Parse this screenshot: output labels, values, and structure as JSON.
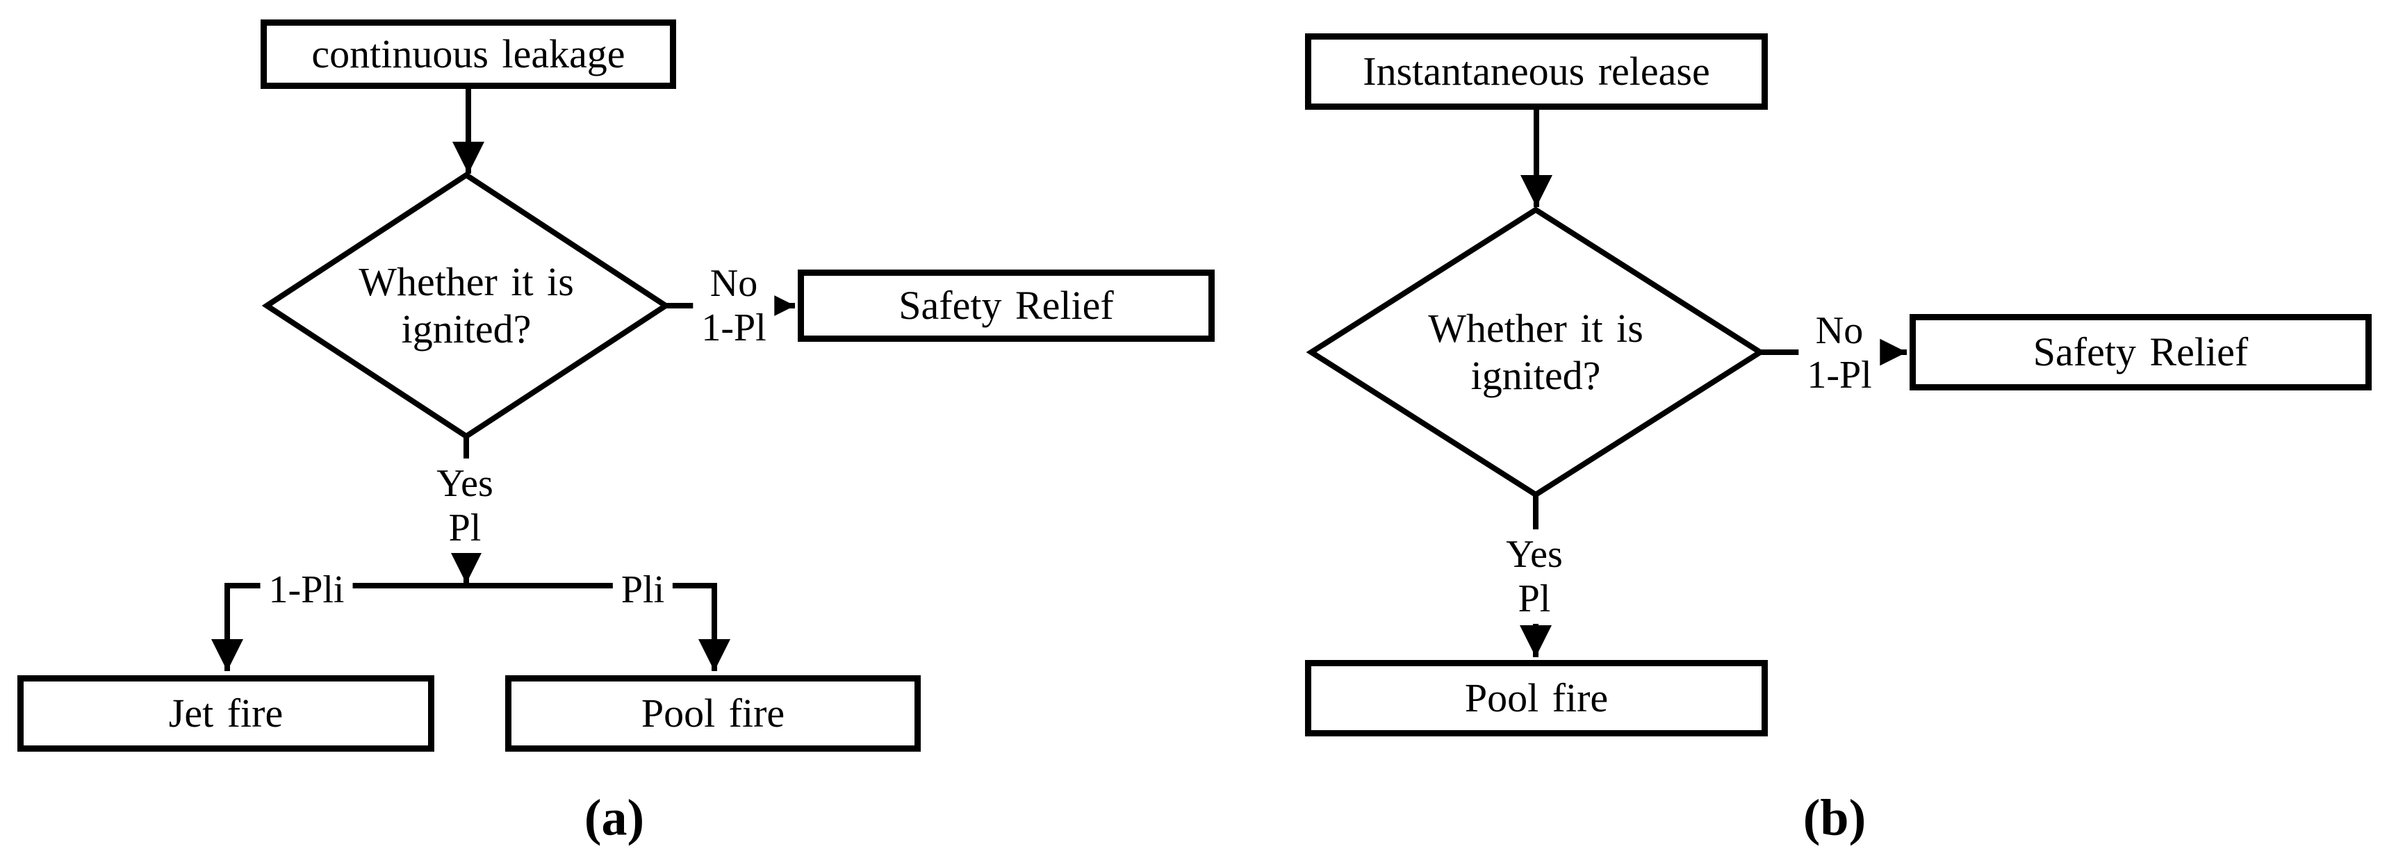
{
  "figure": {
    "colors": {
      "ink": "#000000",
      "background": "#ffffff"
    },
    "diagram_a": {
      "caption": "(a)",
      "start_box": "continuous leakage",
      "decision_line1": "Whether it is",
      "decision_line2": "ignited?",
      "no_label": "No",
      "no_probability": "1-Pl",
      "yes_label": "Yes",
      "yes_probability": "Pl",
      "left_branch_probability": "1-Pli",
      "right_branch_probability": "Pli",
      "no_outcome_box": "Safety Relief",
      "left_outcome_box": "Jet fire",
      "right_outcome_box": "Pool fire"
    },
    "diagram_b": {
      "caption": "(b)",
      "start_box": "Instantaneous release",
      "decision_line1": "Whether it is",
      "decision_line2": "ignited?",
      "no_label": "No",
      "no_probability": "1-Pl",
      "yes_label": "Yes",
      "yes_probability": "Pl",
      "no_outcome_box": "Safety Relief",
      "yes_outcome_box": "Pool fire"
    }
  }
}
